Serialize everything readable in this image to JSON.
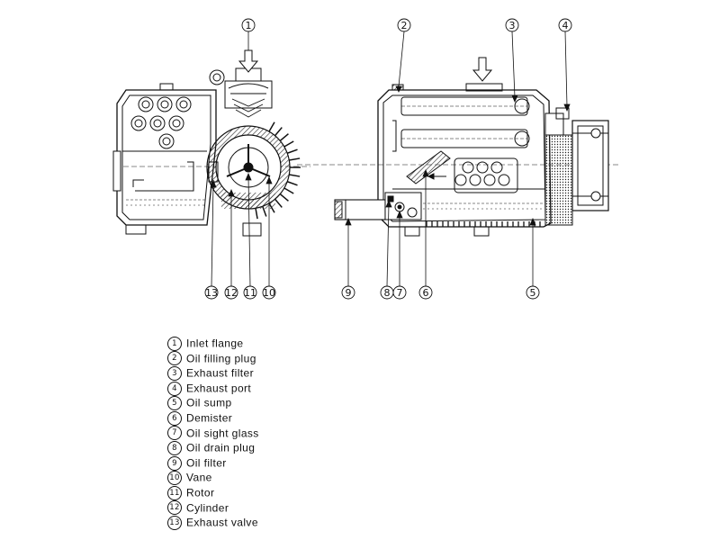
{
  "callouts": {
    "c1": "1",
    "c2": "2",
    "c3": "3",
    "c4": "4",
    "c5": "5",
    "c6": "6",
    "c7": "7",
    "c8": "8",
    "c9": "9",
    "c10": "10",
    "c11": "11",
    "c12": "12",
    "c13": "13"
  },
  "legend": [
    {
      "num": "1",
      "label": "Inlet flange"
    },
    {
      "num": "2",
      "label": "Oil filling plug"
    },
    {
      "num": "3",
      "label": "Exhaust filter"
    },
    {
      "num": "4",
      "label": "Exhaust port"
    },
    {
      "num": "5",
      "label": "Oil sump"
    },
    {
      "num": "6",
      "label": "Demister"
    },
    {
      "num": "7",
      "label": "Oil sight glass"
    },
    {
      "num": "8",
      "label": "Oil drain plug"
    },
    {
      "num": "9",
      "label": "Oil filter"
    },
    {
      "num": "10",
      "label": "Vane"
    },
    {
      "num": "11",
      "label": "Rotor"
    },
    {
      "num": "12",
      "label": "Cylinder"
    },
    {
      "num": "13",
      "label": "Exhaust valve"
    }
  ]
}
